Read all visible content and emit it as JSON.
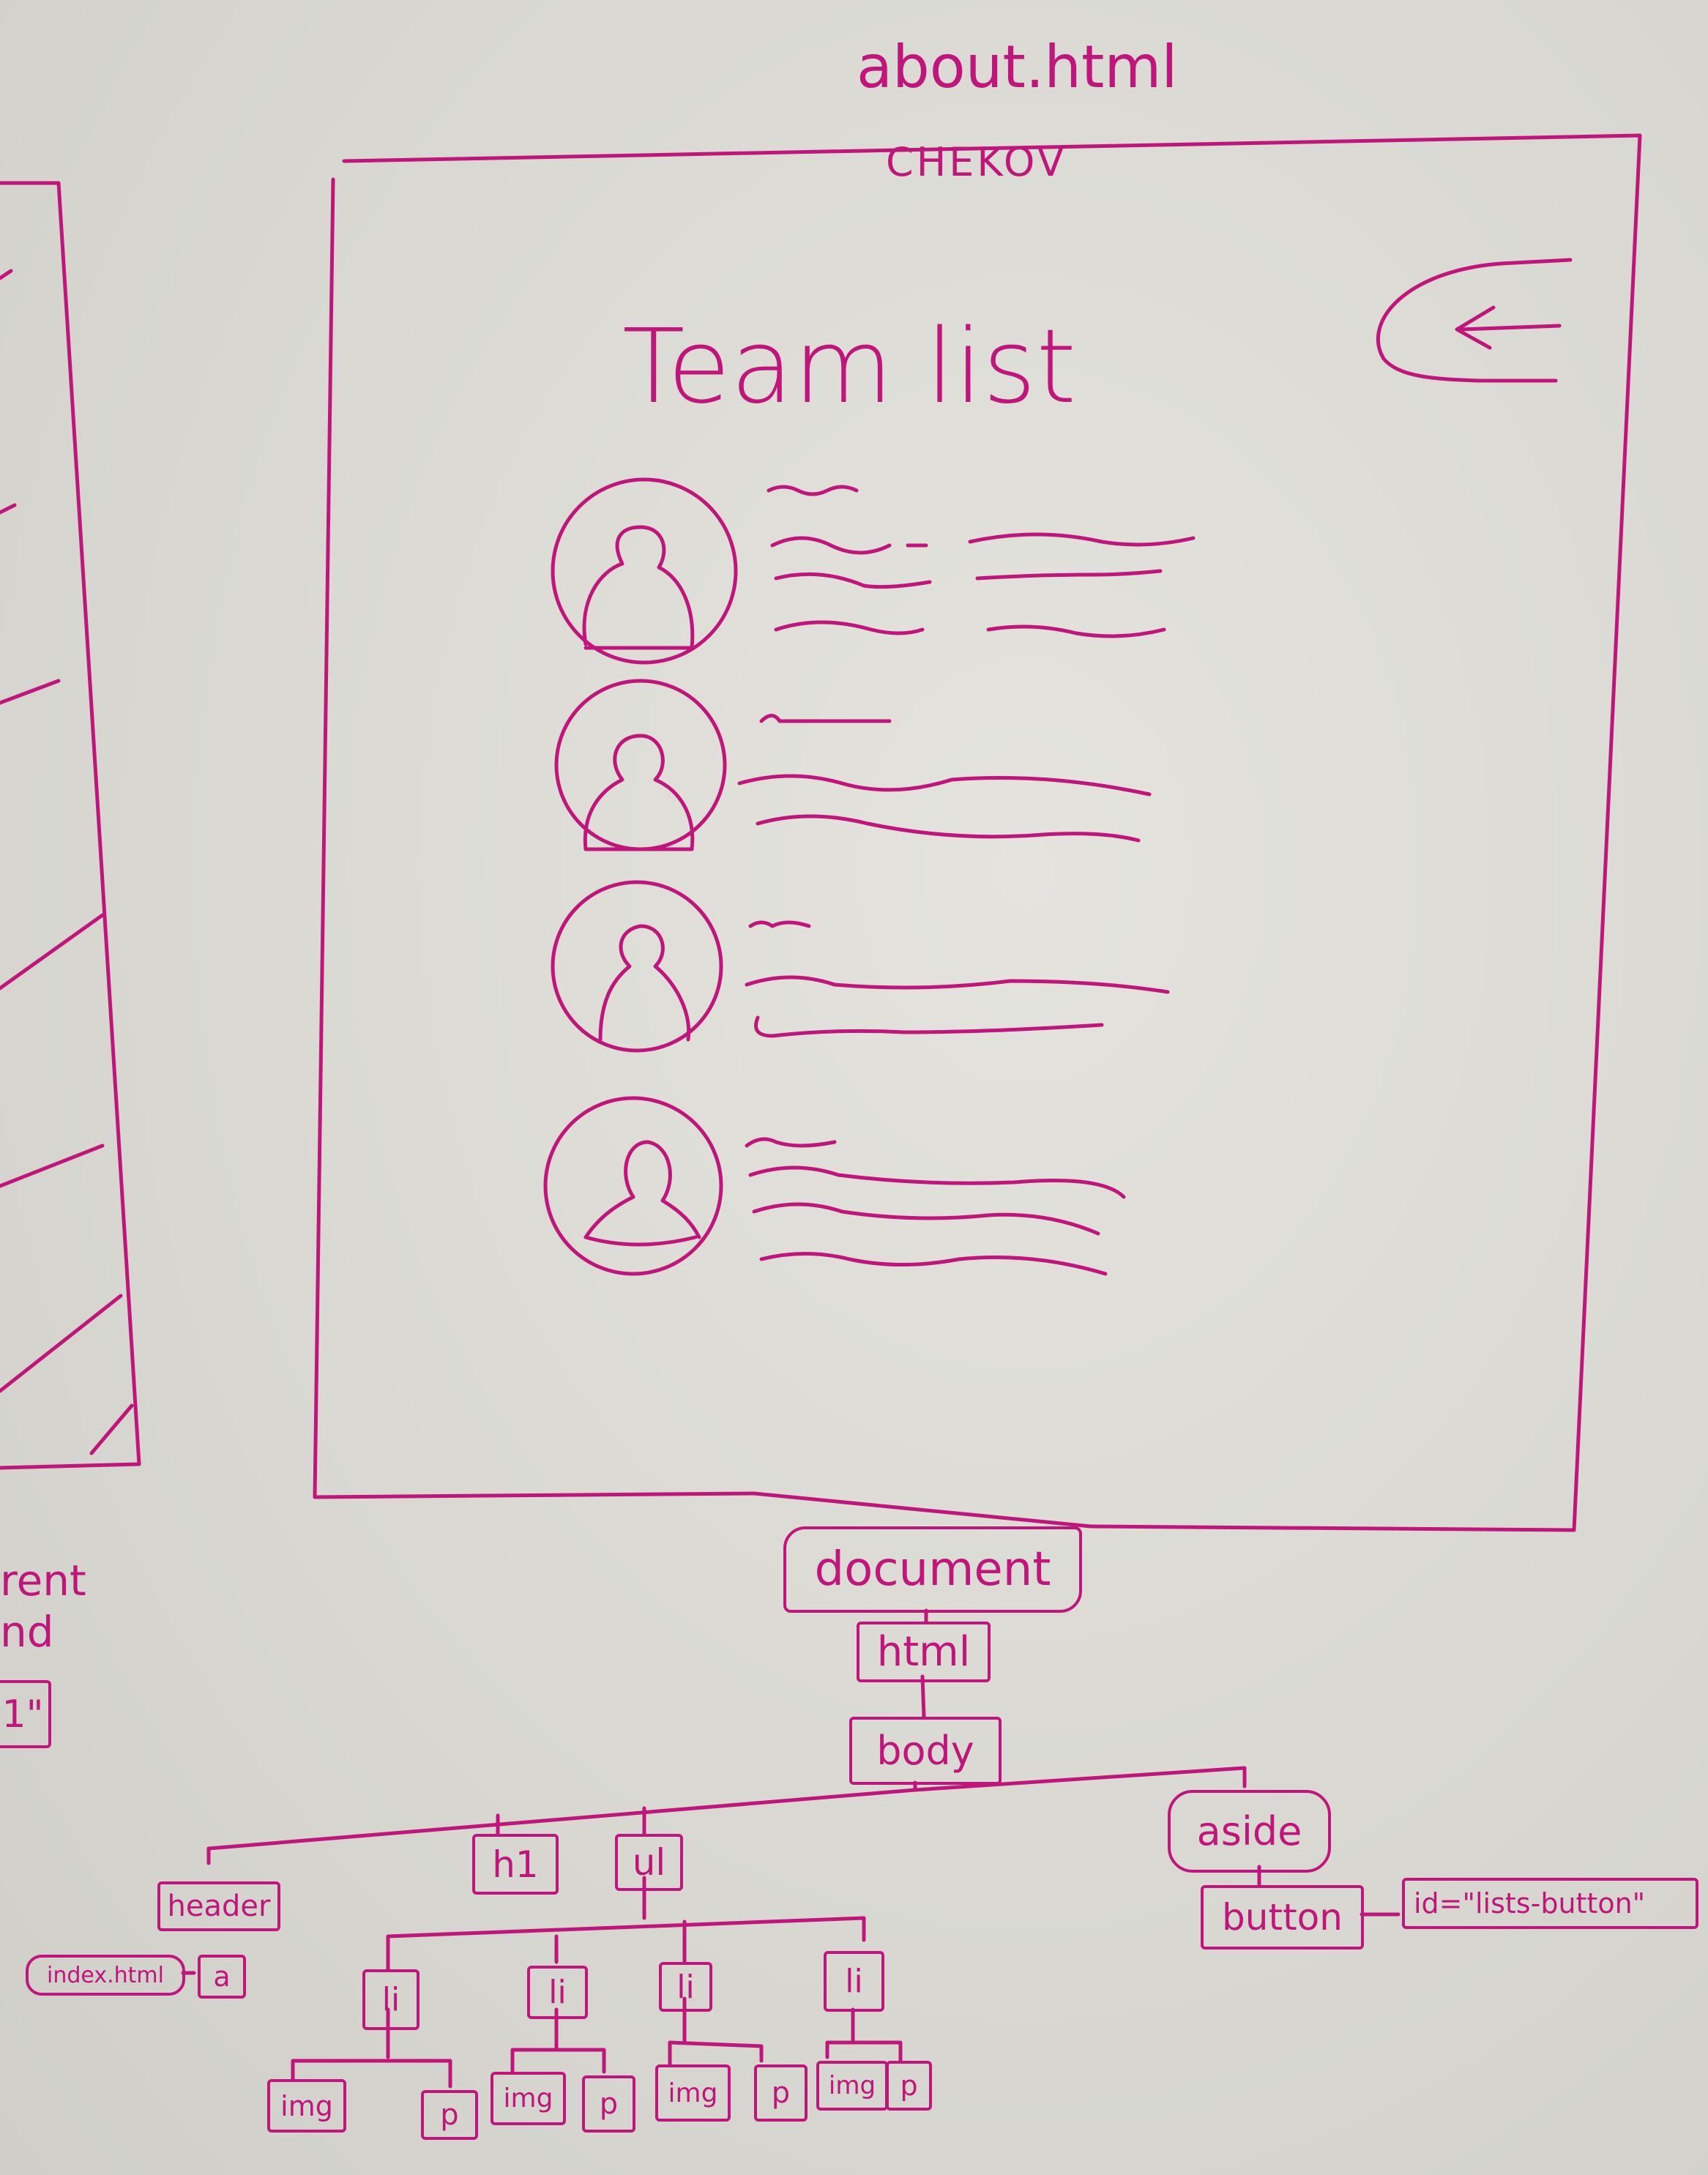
{
  "wireframe": {
    "file_name": "about.html",
    "header_logo": "CHEKOV",
    "heading": "Team list",
    "back_icon": "arrow-left-icon",
    "members": [
      {
        "avatar_icon": "person-icon"
      },
      {
        "avatar_icon": "person-icon"
      },
      {
        "avatar_icon": "person-icon"
      },
      {
        "avatar_icon": "person-icon"
      }
    ]
  },
  "left_fragment": {
    "line1": "rent",
    "line2": "nd",
    "box_text": "1\""
  },
  "dom_tree": {
    "root": "document",
    "html": "html",
    "body": "body",
    "header": "header",
    "index_link": "index.html",
    "a": "a",
    "h1": "h1",
    "ul": "ul",
    "aside": "aside",
    "button": "button",
    "button_id": "id=\"lists-button\"",
    "li_items": [
      {
        "label": "li",
        "img": "img",
        "p": "p"
      },
      {
        "label": "li",
        "img": "img",
        "p": "p"
      },
      {
        "label": "li",
        "img": "img",
        "p": "p"
      },
      {
        "label": "li",
        "img": "img",
        "p": "p"
      }
    ]
  },
  "colors": {
    "marker": "#c0157a",
    "board": "#d9d8d2"
  }
}
